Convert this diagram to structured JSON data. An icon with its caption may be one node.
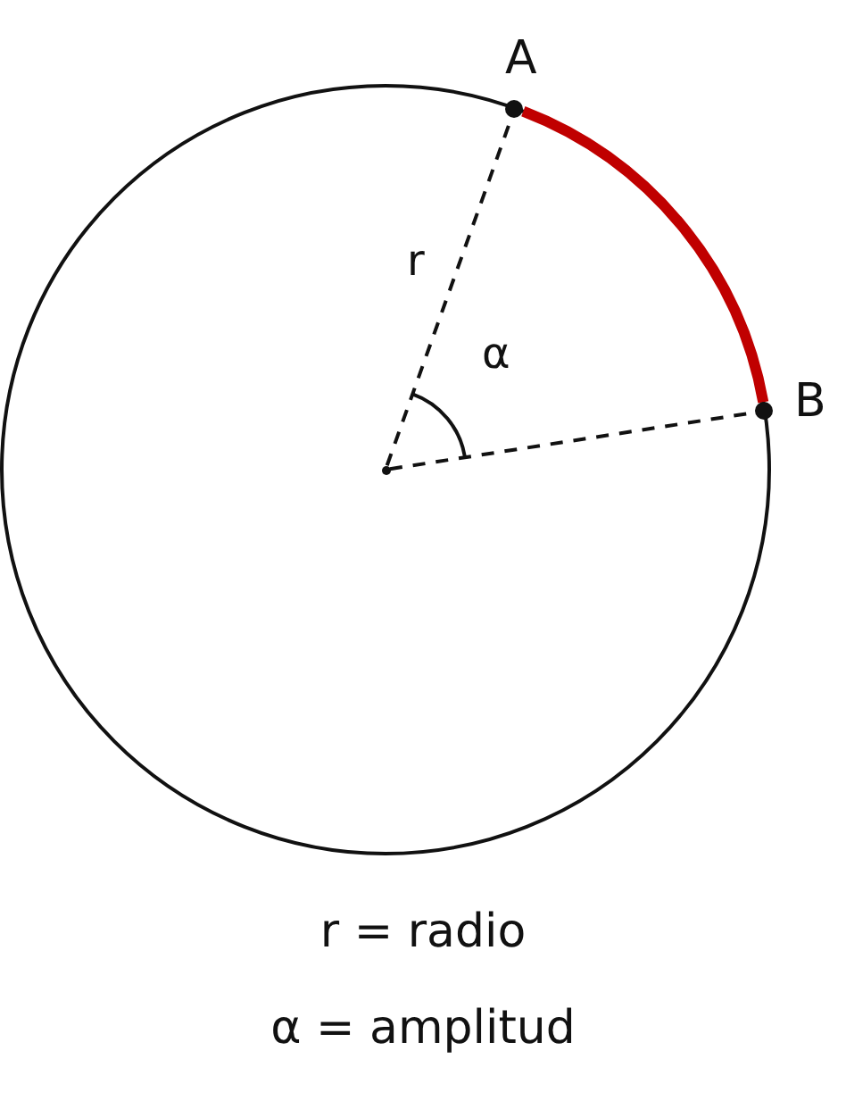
{
  "diagram": {
    "nodes": [
      {
        "text": [],
        "shape": "circle"
      },
      {
        "text": [],
        "shape": "circle",
        "beside": [
          "A"
        ]
      },
      {
        "text": [],
        "shape": "circle",
        "beside": [
          "B"
        ]
      }
    ],
    "edges": [
      {
        "from": 0,
        "to": 1,
        "arrow": "none",
        "style": "dashed",
        "label": "r"
      },
      {
        "from": 0,
        "to": 2,
        "arrow": "none",
        "style": "dashed"
      },
      {
        "from": 1,
        "to": 2,
        "arrow": "none",
        "style": "thick",
        "color": "#c00000"
      }
    ],
    "labels": [
      "α",
      "r = radio",
      "α = amplitud"
    ]
  }
}
